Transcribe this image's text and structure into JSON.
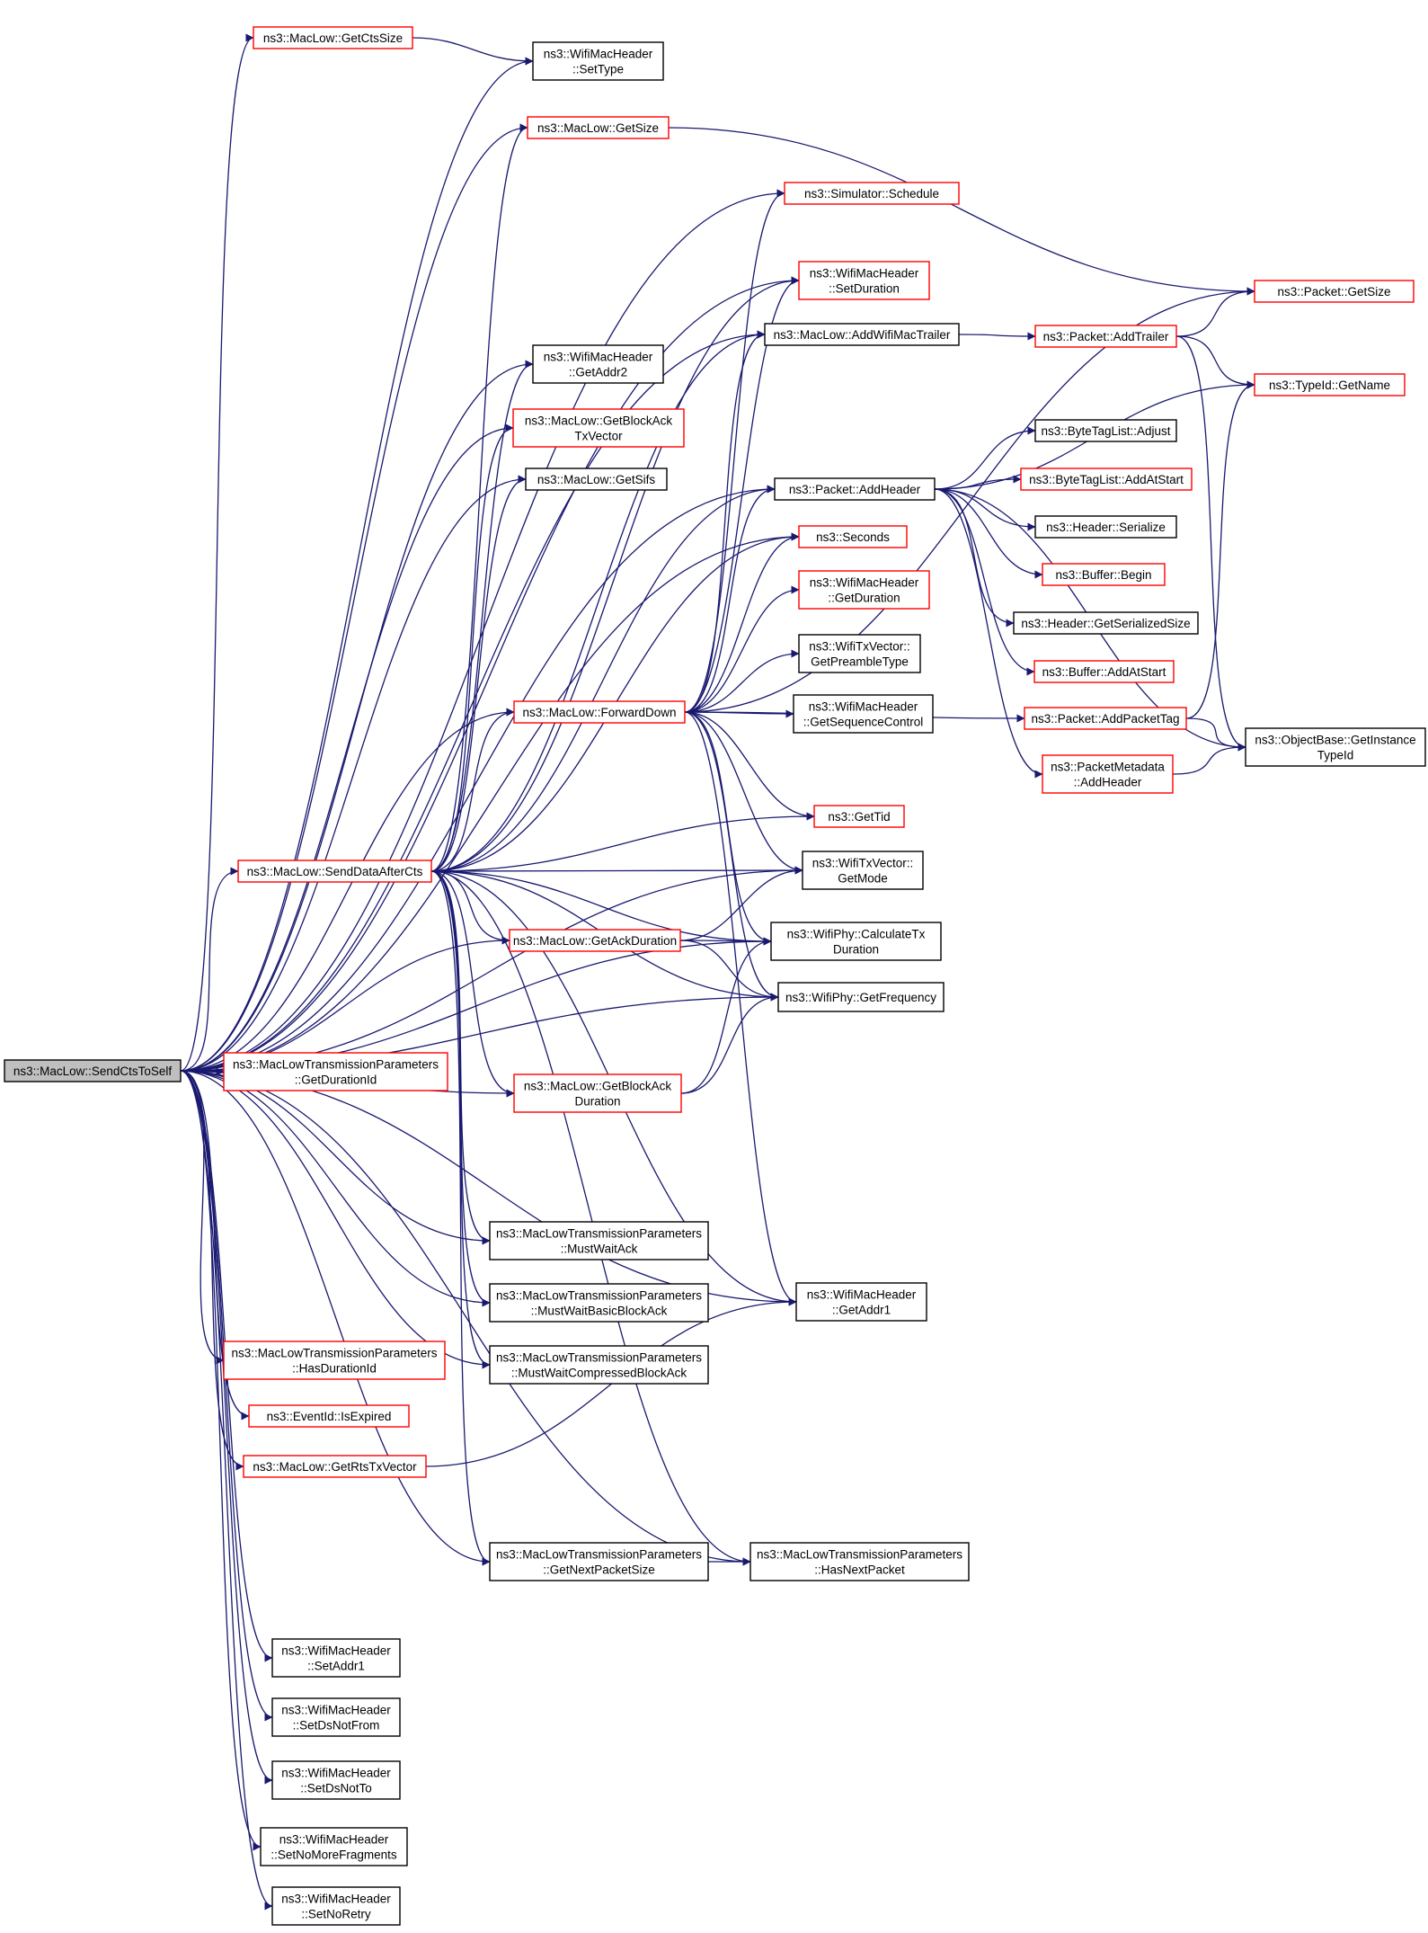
{
  "colors": {
    "edge": "#191970",
    "node_border_red": "#ff0000",
    "node_border_black": "#000000",
    "root_fill": "#bfbfbf",
    "node_fill": "#ffffff",
    "text": "#000000"
  },
  "nodes": [
    {
      "id": "root",
      "lines": [
        "ns3::MacLow::SendCtsToSelf"
      ],
      "style": "root"
    },
    {
      "id": "getctssize",
      "lines": [
        "ns3::MacLow::GetCtsSize"
      ],
      "style": "red"
    },
    {
      "id": "settype",
      "lines": [
        "ns3::WifiMacHeader",
        "::SetType"
      ],
      "style": "black"
    },
    {
      "id": "getsize",
      "lines": [
        "ns3::MacLow::GetSize"
      ],
      "style": "red"
    },
    {
      "id": "schedule",
      "lines": [
        "ns3::Simulator::Schedule"
      ],
      "style": "red"
    },
    {
      "id": "setduration",
      "lines": [
        "ns3::WifiMacHeader",
        "::SetDuration"
      ],
      "style": "red"
    },
    {
      "id": "packetgetsize",
      "lines": [
        "ns3::Packet::GetSize"
      ],
      "style": "red"
    },
    {
      "id": "addwifimactrailer",
      "lines": [
        "ns3::MacLow::AddWifiMacTrailer"
      ],
      "style": "black"
    },
    {
      "id": "addtrailer",
      "lines": [
        "ns3::Packet::AddTrailer"
      ],
      "style": "red"
    },
    {
      "id": "getaddr2",
      "lines": [
        "ns3::WifiMacHeader",
        "::GetAddr2"
      ],
      "style": "black"
    },
    {
      "id": "typeidgetname",
      "lines": [
        "ns3::TypeId::GetName"
      ],
      "style": "red"
    },
    {
      "id": "getblockacktxvector",
      "lines": [
        "ns3::MacLow::GetBlockAck",
        "TxVector"
      ],
      "style": "red"
    },
    {
      "id": "bytetaglistadjust",
      "lines": [
        "ns3::ByteTagList::Adjust"
      ],
      "style": "black"
    },
    {
      "id": "getsifs",
      "lines": [
        "ns3::MacLow::GetSifs"
      ],
      "style": "black"
    },
    {
      "id": "addheader",
      "lines": [
        "ns3::Packet::AddHeader"
      ],
      "style": "black"
    },
    {
      "id": "addatstart1",
      "lines": [
        "ns3::ByteTagList::AddAtStart"
      ],
      "style": "red"
    },
    {
      "id": "headerserialize",
      "lines": [
        "ns3::Header::Serialize"
      ],
      "style": "black"
    },
    {
      "id": "seconds",
      "lines": [
        "ns3::Seconds"
      ],
      "style": "red"
    },
    {
      "id": "bufferbegin",
      "lines": [
        "ns3::Buffer::Begin"
      ],
      "style": "red"
    },
    {
      "id": "getdurationhdr",
      "lines": [
        "ns3::WifiMacHeader",
        "::GetDuration"
      ],
      "style": "red"
    },
    {
      "id": "getserializedsize",
      "lines": [
        "ns3::Header::GetSerializedSize"
      ],
      "style": "black"
    },
    {
      "id": "getpreambletype",
      "lines": [
        "ns3::WifiTxVector::",
        "GetPreambleType"
      ],
      "style": "black"
    },
    {
      "id": "bufferaddatstart",
      "lines": [
        "ns3::Buffer::AddAtStart"
      ],
      "style": "red"
    },
    {
      "id": "forwarddown",
      "lines": [
        "ns3::MacLow::ForwardDown"
      ],
      "style": "red"
    },
    {
      "id": "getsequencecontrol",
      "lines": [
        "ns3::WifiMacHeader",
        "::GetSequenceControl"
      ],
      "style": "black"
    },
    {
      "id": "addpackettag",
      "lines": [
        "ns3::Packet::AddPacketTag"
      ],
      "style": "red"
    },
    {
      "id": "getinstancetypeid",
      "lines": [
        "ns3::ObjectBase::GetInstance",
        "TypeId"
      ],
      "style": "black"
    },
    {
      "id": "pmaddheader",
      "lines": [
        "ns3::PacketMetadata",
        "::AddHeader"
      ],
      "style": "red"
    },
    {
      "id": "gettid",
      "lines": [
        "ns3::GetTid"
      ],
      "style": "red"
    },
    {
      "id": "senddataaftercts",
      "lines": [
        "ns3::MacLow::SendDataAfterCts"
      ],
      "style": "red"
    },
    {
      "id": "getmode",
      "lines": [
        "ns3::WifiTxVector::",
        "GetMode"
      ],
      "style": "black"
    },
    {
      "id": "getackduration",
      "lines": [
        "ns3::MacLow::GetAckDuration"
      ],
      "style": "red"
    },
    {
      "id": "calculatetxduration",
      "lines": [
        "ns3::WifiPhy::CalculateTx",
        "Duration"
      ],
      "style": "black"
    },
    {
      "id": "getfrequency",
      "lines": [
        "ns3::WifiPhy::GetFrequency"
      ],
      "style": "black"
    },
    {
      "id": "getdurationid",
      "lines": [
        "ns3::MacLowTransmissionParameters",
        "::GetDurationId"
      ],
      "style": "red"
    },
    {
      "id": "getblockackduration",
      "lines": [
        "ns3::MacLow::GetBlockAck",
        "Duration"
      ],
      "style": "red"
    },
    {
      "id": "mustwaitack",
      "lines": [
        "ns3::MacLowTransmissionParameters",
        "::MustWaitAck"
      ],
      "style": "black"
    },
    {
      "id": "getaddr1",
      "lines": [
        "ns3::WifiMacHeader",
        "::GetAddr1"
      ],
      "style": "black"
    },
    {
      "id": "mustwaitbasic",
      "lines": [
        "ns3::MacLowTransmissionParameters",
        "::MustWaitBasicBlockAck"
      ],
      "style": "black"
    },
    {
      "id": "hasdurationid",
      "lines": [
        "ns3::MacLowTransmissionParameters",
        "::HasDurationId"
      ],
      "style": "red"
    },
    {
      "id": "mustwaitcompressed",
      "lines": [
        "ns3::MacLowTransmissionParameters",
        "::MustWaitCompressedBlockAck"
      ],
      "style": "black"
    },
    {
      "id": "isexpired",
      "lines": [
        "ns3::EventId::IsExpired"
      ],
      "style": "red"
    },
    {
      "id": "getrtstxvector",
      "lines": [
        "ns3::MacLow::GetRtsTxVector"
      ],
      "style": "red"
    },
    {
      "id": "getnextpacketsize",
      "lines": [
        "ns3::MacLowTransmissionParameters",
        "::GetNextPacketSize"
      ],
      "style": "black"
    },
    {
      "id": "hasnextpacket",
      "lines": [
        "ns3::MacLowTransmissionParameters",
        "::HasNextPacket"
      ],
      "style": "black"
    },
    {
      "id": "setaddr1",
      "lines": [
        "ns3::WifiMacHeader",
        "::SetAddr1"
      ],
      "style": "black"
    },
    {
      "id": "setdsnotfrom",
      "lines": [
        "ns3::WifiMacHeader",
        "::SetDsNotFrom"
      ],
      "style": "black"
    },
    {
      "id": "setdsnotto",
      "lines": [
        "ns3::WifiMacHeader",
        "::SetDsNotTo"
      ],
      "style": "black"
    },
    {
      "id": "setnomorefragments",
      "lines": [
        "ns3::WifiMacHeader",
        "::SetNoMoreFragments"
      ],
      "style": "black"
    },
    {
      "id": "setnoretry",
      "lines": [
        "ns3::WifiMacHeader",
        "::SetNoRetry"
      ],
      "style": "black"
    }
  ],
  "edges": [
    [
      "root",
      "getctssize"
    ],
    [
      "root",
      "settype"
    ],
    [
      "root",
      "getsize"
    ],
    [
      "root",
      "schedule"
    ],
    [
      "root",
      "setduration"
    ],
    [
      "root",
      "addwifimactrailer"
    ],
    [
      "root",
      "getaddr2"
    ],
    [
      "root",
      "getblockacktxvector"
    ],
    [
      "root",
      "getsifs"
    ],
    [
      "root",
      "addheader"
    ],
    [
      "root",
      "seconds"
    ],
    [
      "root",
      "forwarddown"
    ],
    [
      "root",
      "senddataaftercts"
    ],
    [
      "root",
      "getmode"
    ],
    [
      "root",
      "getackduration"
    ],
    [
      "root",
      "calculatetxduration"
    ],
    [
      "root",
      "getdurationid"
    ],
    [
      "root",
      "getblockackduration"
    ],
    [
      "root",
      "mustwaitack"
    ],
    [
      "root",
      "mustwaitbasic"
    ],
    [
      "root",
      "mustwaitcompressed"
    ],
    [
      "root",
      "getfrequency"
    ],
    [
      "root",
      "hasdurationid"
    ],
    [
      "root",
      "isexpired"
    ],
    [
      "root",
      "getrtstxvector"
    ],
    [
      "root",
      "getaddr1"
    ],
    [
      "root",
      "getnextpacketsize"
    ],
    [
      "root",
      "hasnextpacket"
    ],
    [
      "root",
      "setaddr1"
    ],
    [
      "root",
      "setdsnotfrom"
    ],
    [
      "root",
      "setdsnotto"
    ],
    [
      "root",
      "setnomorefragments"
    ],
    [
      "root",
      "setnoretry"
    ],
    [
      "getctssize",
      "settype"
    ],
    [
      "getsize",
      "packetgetsize"
    ],
    [
      "addwifimactrailer",
      "addtrailer"
    ],
    [
      "addtrailer",
      "packetgetsize"
    ],
    [
      "addtrailer",
      "typeidgetname"
    ],
    [
      "addtrailer",
      "getinstancetypeid"
    ],
    [
      "addheader",
      "typeidgetname"
    ],
    [
      "addheader",
      "bytetaglistadjust"
    ],
    [
      "addheader",
      "addatstart1"
    ],
    [
      "addheader",
      "headerserialize"
    ],
    [
      "addheader",
      "bufferbegin"
    ],
    [
      "addheader",
      "getserializedsize"
    ],
    [
      "addheader",
      "bufferaddatstart"
    ],
    [
      "addheader",
      "pmaddheader"
    ],
    [
      "addheader",
      "getinstancetypeid"
    ],
    [
      "forwarddown",
      "schedule"
    ],
    [
      "forwarddown",
      "setduration"
    ],
    [
      "forwarddown",
      "addwifimactrailer"
    ],
    [
      "forwarddown",
      "packetgetsize"
    ],
    [
      "forwarddown",
      "addheader"
    ],
    [
      "forwarddown",
      "seconds"
    ],
    [
      "forwarddown",
      "getdurationhdr"
    ],
    [
      "forwarddown",
      "getpreambletype"
    ],
    [
      "forwarddown",
      "getsequencecontrol"
    ],
    [
      "forwarddown",
      "addpackettag"
    ],
    [
      "forwarddown",
      "gettid"
    ],
    [
      "forwarddown",
      "getmode"
    ],
    [
      "forwarddown",
      "calculatetxduration"
    ],
    [
      "forwarddown",
      "getfrequency"
    ],
    [
      "forwarddown",
      "getaddr1"
    ],
    [
      "addpackettag",
      "typeidgetname"
    ],
    [
      "addpackettag",
      "getinstancetypeid"
    ],
    [
      "pmaddheader",
      "getinstancetypeid"
    ],
    [
      "senddataaftercts",
      "getsize"
    ],
    [
      "senddataaftercts",
      "setduration"
    ],
    [
      "senddataaftercts",
      "addwifimactrailer"
    ],
    [
      "senddataaftercts",
      "getaddr2"
    ],
    [
      "senddataaftercts",
      "getblockacktxvector"
    ],
    [
      "senddataaftercts",
      "getsifs"
    ],
    [
      "senddataaftercts",
      "addheader"
    ],
    [
      "senddataaftercts",
      "seconds"
    ],
    [
      "senddataaftercts",
      "forwarddown"
    ],
    [
      "senddataaftercts",
      "gettid"
    ],
    [
      "senddataaftercts",
      "getmode"
    ],
    [
      "senddataaftercts",
      "getackduration"
    ],
    [
      "senddataaftercts",
      "calculatetxduration"
    ],
    [
      "senddataaftercts",
      "getfrequency"
    ],
    [
      "senddataaftercts",
      "getblockackduration"
    ],
    [
      "senddataaftercts",
      "mustwaitack"
    ],
    [
      "senddataaftercts",
      "mustwaitbasic"
    ],
    [
      "senddataaftercts",
      "mustwaitcompressed"
    ],
    [
      "senddataaftercts",
      "getaddr1"
    ],
    [
      "senddataaftercts",
      "getnextpacketsize"
    ],
    [
      "senddataaftercts",
      "hasnextpacket"
    ],
    [
      "getackduration",
      "getmode"
    ],
    [
      "getackduration",
      "calculatetxduration"
    ],
    [
      "getackduration",
      "getfrequency"
    ],
    [
      "getblockackduration",
      "calculatetxduration"
    ],
    [
      "getblockackduration",
      "getfrequency"
    ],
    [
      "getrtstxvector",
      "getaddr1"
    ],
    [
      "getnextpacketsize",
      "hasnextpacket"
    ]
  ]
}
